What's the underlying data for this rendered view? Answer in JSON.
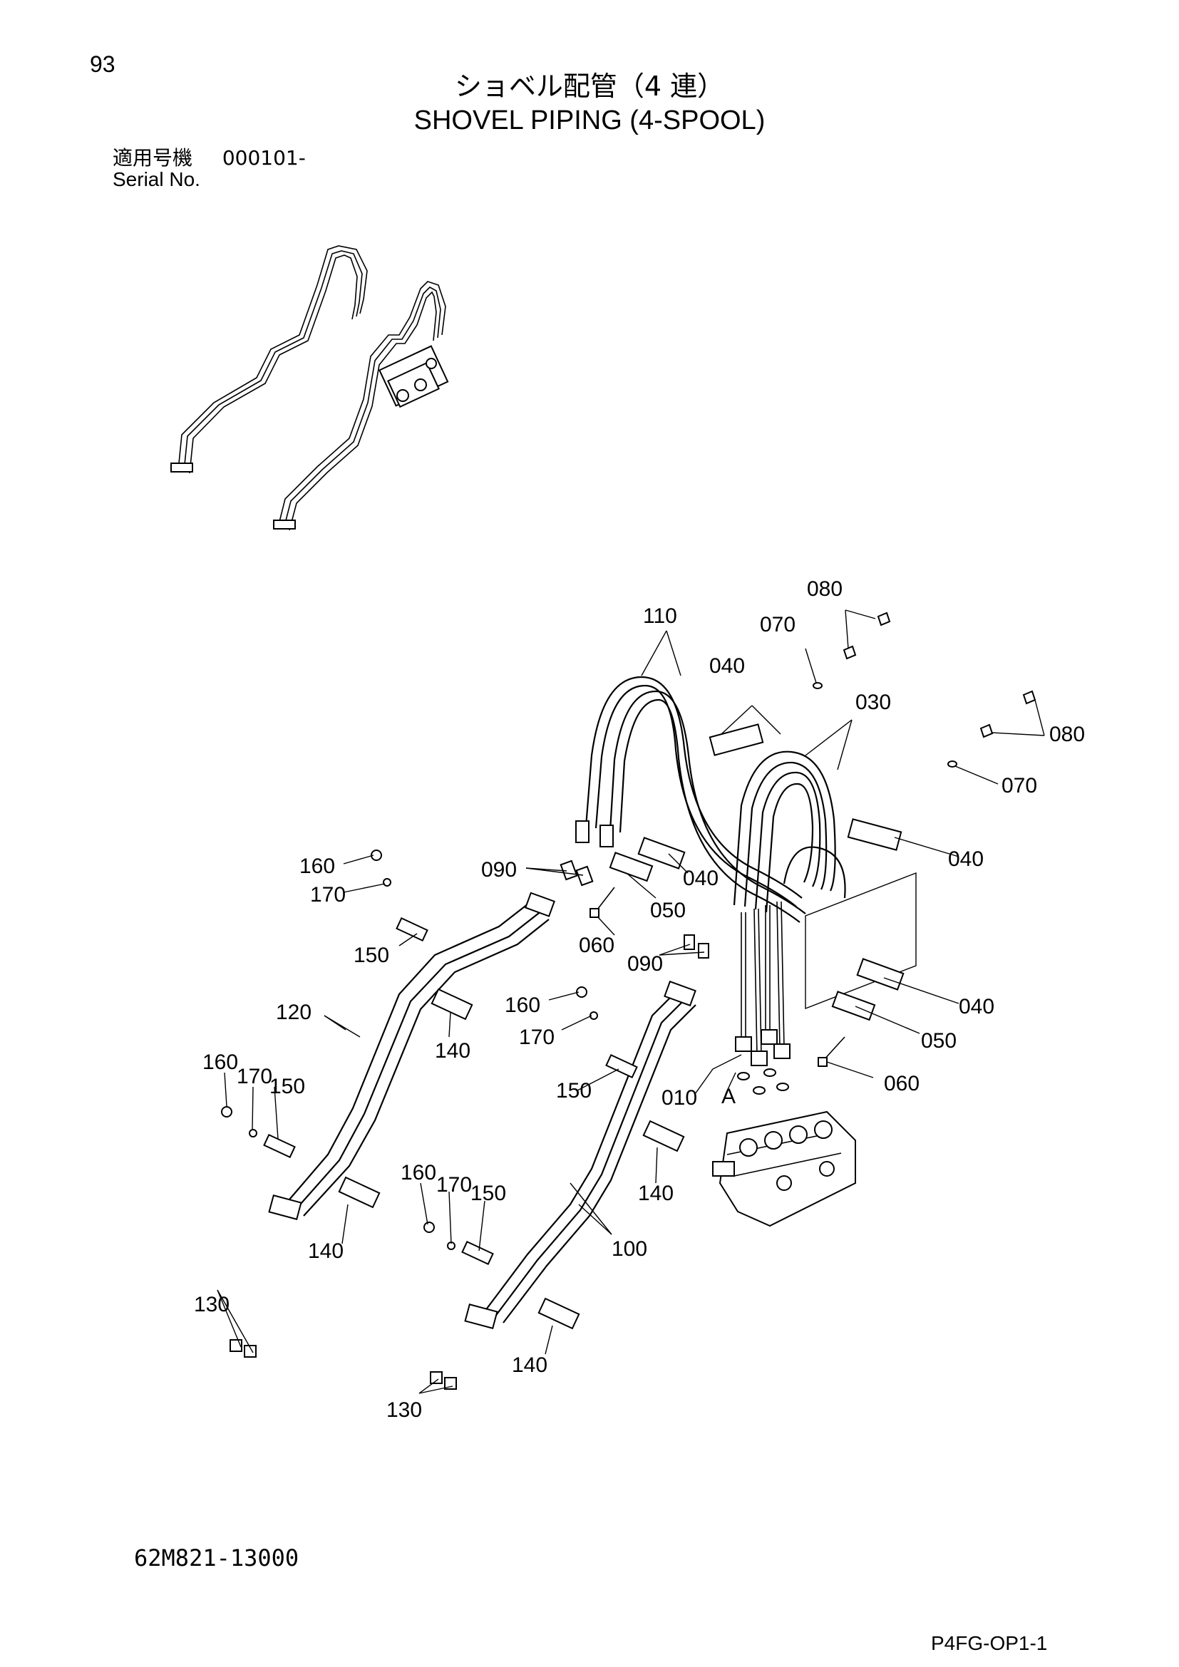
{
  "page_number": "93",
  "title_ja": "ショベル配管（4 連）",
  "title_en": "SHOVEL PIPING (4-SPOOL)",
  "serial": {
    "label_ja": "適用号機",
    "value": "000101-",
    "label_en": "Serial No."
  },
  "drawing_number": "62M821-13000",
  "page_code": "P4FG-OP1-1",
  "callouts": {
    "c080a": "080",
    "c110": "110",
    "c070a": "070",
    "c040a": "040",
    "c030": "030",
    "c080b": "080",
    "c070b": "070",
    "c040b": "040",
    "c160a": "160",
    "c090a": "090",
    "c170a": "170",
    "c040c": "040",
    "c050a": "050",
    "c060a": "060",
    "c150a": "150",
    "c090b": "090",
    "c040d": "040",
    "c120": "120",
    "c160b": "160",
    "c140a": "140",
    "c170b": "170",
    "c050b": "050",
    "c160c": "160",
    "c170c": "170",
    "c150b": "150",
    "c150c": "150",
    "c010": "010",
    "cA": "A",
    "c060b": "060",
    "c140b": "140",
    "c160d": "160",
    "c170d": "170",
    "c150d": "150",
    "c140c": "140",
    "c100": "100",
    "c130a": "130",
    "c140d": "140",
    "c130b": "130"
  }
}
